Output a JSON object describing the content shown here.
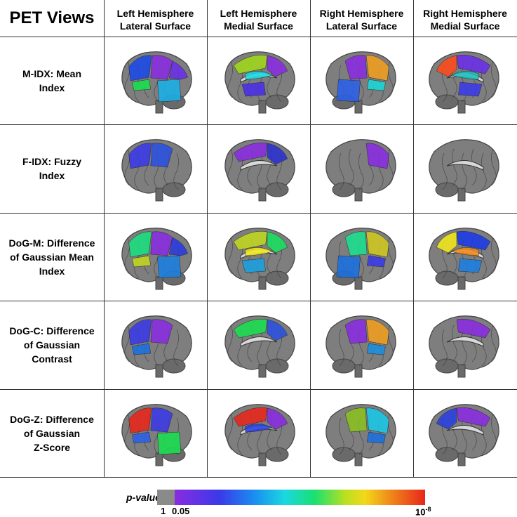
{
  "figure": {
    "corner_label": "PET Views",
    "columns": [
      {
        "line1": "Left Hemisphere",
        "line2": "Lateral Surface"
      },
      {
        "line1": "Left Hemisphere",
        "line2": "Medial Surface"
      },
      {
        "line1": "Right Hemisphere",
        "line2": "Lateral Surface"
      },
      {
        "line1": "Right Hemisphere",
        "line2": "Medial Surface"
      }
    ],
    "rows": [
      {
        "lines": [
          "M-IDX: Mean",
          "Index"
        ]
      },
      {
        "lines": [
          "F-IDX: Fuzzy",
          "Index"
        ]
      },
      {
        "lines": [
          "DoG-M: Difference",
          "of Gaussian Mean",
          "Index"
        ]
      },
      {
        "lines": [
          "DoG-C: Difference",
          "of Gaussian",
          "Contrast"
        ]
      },
      {
        "lines": [
          "DoG-Z: Difference",
          "of Gaussian",
          "Z-Score"
        ]
      }
    ],
    "colorbar": {
      "label": "p-value",
      "tick_left": "1",
      "tick_mid": "0.05",
      "tick_right_base": "10",
      "tick_right_exp": "-8",
      "colors": {
        "gray": "#8a8a8a",
        "violet": "#8a2be2",
        "blue": "#3a3ae8",
        "cyan": "#1ad8e0",
        "green": "#1ae070",
        "yellow": "#f2d81a",
        "orange": "#f08a1a",
        "red": "#e8261a"
      }
    },
    "brain_cells": [
      [
        {
          "regions": [
            {
              "c": "#1a4ae8"
            },
            {
              "c": "#8a2be2"
            },
            {
              "c": "#1ae050"
            },
            {
              "c": "#1ab0e8"
            },
            {
              "c": "#6a2ee8"
            }
          ]
        },
        {
          "regions": [
            {
              "c": "#a0d81a"
            },
            {
              "c": "#8a2be2"
            },
            {
              "c": "#1ad8e0"
            },
            {
              "c": "#4a2ee8"
            }
          ]
        },
        {
          "regions": [
            {
              "c": "#f0a020"
            },
            {
              "c": "#8a2be2"
            },
            {
              "c": "#1ad8d8"
            },
            {
              "c": "#2a60e8"
            }
          ]
        },
        {
          "regions": [
            {
              "c": "#6a2ee8"
            },
            {
              "c": "#ff4a1a"
            },
            {
              "c": "#1ac0c0"
            },
            {
              "c": "#3a3ae8"
            }
          ]
        }
      ],
      [
        {
          "regions": [
            {
              "c": "#3a3ae8"
            },
            {
              "c": "#2a50e0"
            }
          ]
        },
        {
          "regions": [
            {
              "c": "#8a2be2"
            },
            {
              "c": "#2a30d0"
            }
          ]
        },
        {
          "regions": [
            {
              "c": "#8a2be2"
            }
          ]
        },
        {
          "regions": []
        }
      ],
      [
        {
          "regions": [
            {
              "c": "#1ae080"
            },
            {
              "c": "#8a2be2"
            },
            {
              "c": "#c0d820"
            },
            {
              "c": "#1a80e0"
            },
            {
              "c": "#2a3ae0"
            }
          ]
        },
        {
          "regions": [
            {
              "c": "#c0d820"
            },
            {
              "c": "#1ae060"
            },
            {
              "c": "#f2e81a"
            },
            {
              "c": "#1aa0e0"
            }
          ]
        },
        {
          "regions": [
            {
              "c": "#d0c820"
            },
            {
              "c": "#1ae090"
            },
            {
              "c": "#3a3ae8"
            },
            {
              "c": "#1a70e0"
            }
          ]
        },
        {
          "regions": [
            {
              "c": "#1a3ae8"
            },
            {
              "c": "#f2e81a"
            },
            {
              "c": "#f08a1a"
            },
            {
              "c": "#1a80e0"
            }
          ]
        }
      ],
      [
        {
          "regions": [
            {
              "c": "#3a3ae8"
            },
            {
              "c": "#8a2be2"
            },
            {
              "c": "#1a70e0"
            }
          ]
        },
        {
          "regions": [
            {
              "c": "#1ae050"
            },
            {
              "c": "#2a50e0"
            }
          ]
        },
        {
          "regions": [
            {
              "c": "#f0a020"
            },
            {
              "c": "#8a2be2"
            },
            {
              "c": "#1a90e0"
            }
          ]
        },
        {
          "regions": [
            {
              "c": "#8a2be2"
            }
          ]
        }
      ],
      [
        {
          "regions": [
            {
              "c": "#e8261a"
            },
            {
              "c": "#3a3ae8"
            },
            {
              "c": "#2a60e8"
            },
            {
              "c": "#1ae050"
            }
          ]
        },
        {
          "regions": [
            {
              "c": "#e8261a"
            },
            {
              "c": "#8a2be2"
            },
            {
              "c": "#2a40e0"
            }
          ]
        },
        {
          "regions": [
            {
              "c": "#1ac8e8"
            },
            {
              "c": "#8ac020"
            },
            {
              "c": "#1a70e0"
            }
          ]
        },
        {
          "regions": [
            {
              "c": "#8a2be2"
            },
            {
              "c": "#2a40e0"
            }
          ]
        }
      ]
    ]
  }
}
